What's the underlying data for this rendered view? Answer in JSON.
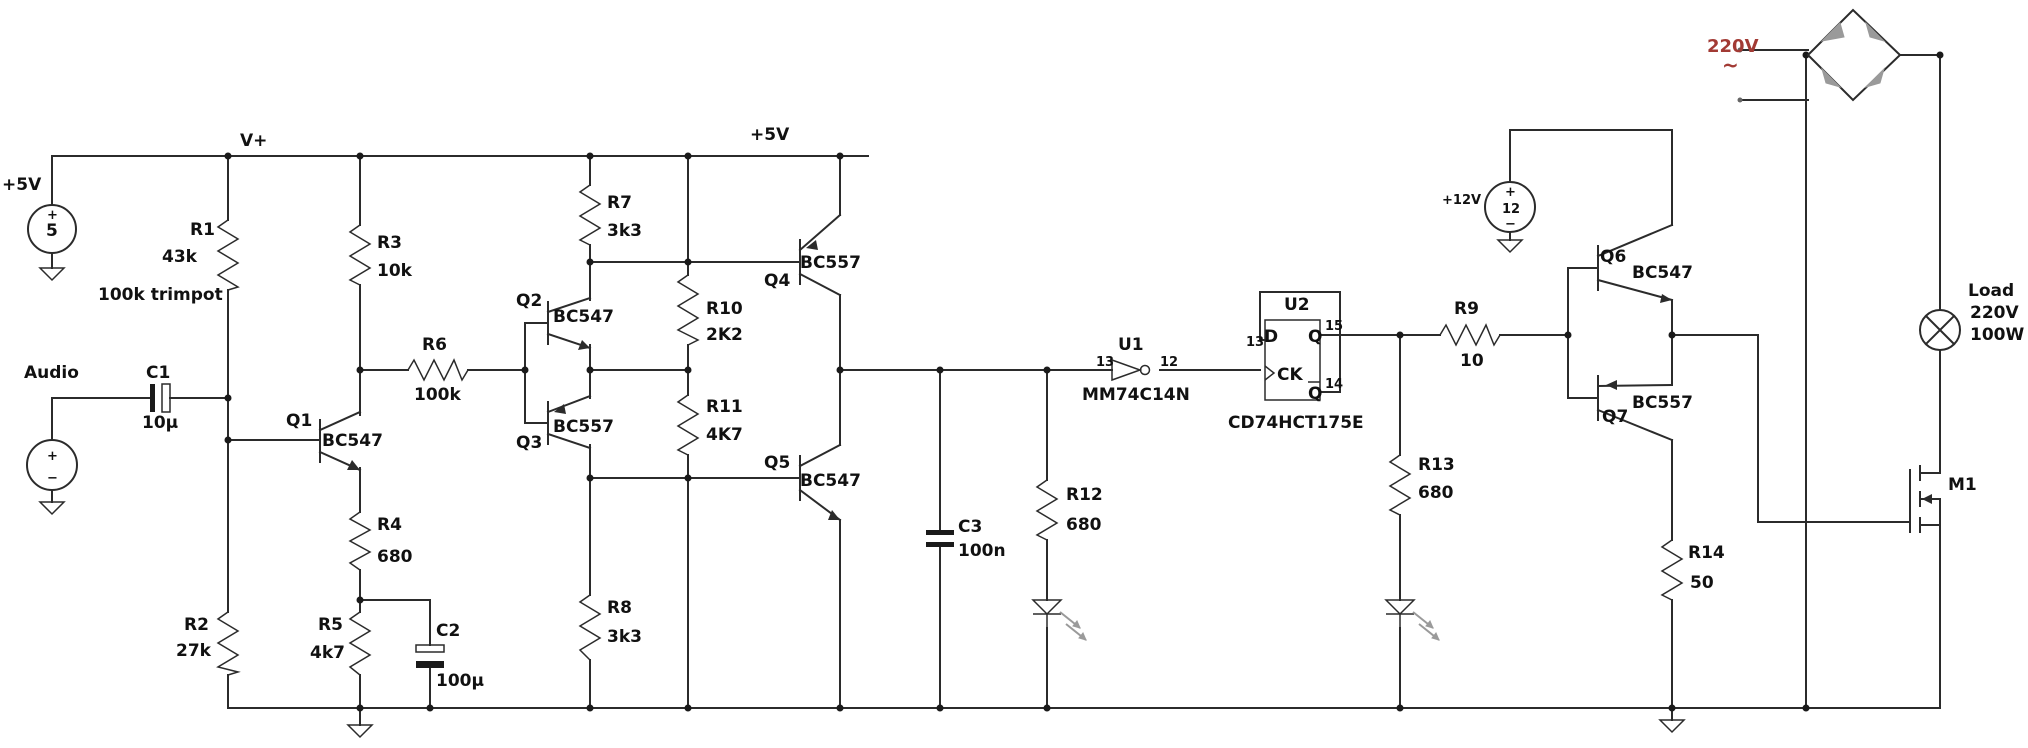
{
  "supply_labels": {
    "v_plus": "V+",
    "plus5v_left": "+5V",
    "plus5v_top": "+5V",
    "plus12v": "+12V",
    "mains": "220V",
    "mains_tilde": "~"
  },
  "sources": {
    "v5_value": "5",
    "v12_value": "12",
    "plus_sign": "+",
    "minus_sign": "−"
  },
  "input_label": "Audio",
  "components": {
    "R1": {
      "ref": "R1",
      "value": "43k",
      "note": "100k trimpot"
    },
    "R2": {
      "ref": "R2",
      "value": "27k"
    },
    "R3": {
      "ref": "R3",
      "value": "10k"
    },
    "R4": {
      "ref": "R4",
      "value": "680"
    },
    "R5": {
      "ref": "R5",
      "value": "4k7"
    },
    "R6": {
      "ref": "R6",
      "value": "100k"
    },
    "R7": {
      "ref": "R7",
      "value": "3k3"
    },
    "R8": {
      "ref": "R8",
      "value": "3k3"
    },
    "R9": {
      "ref": "R9",
      "value": "10"
    },
    "R10": {
      "ref": "R10",
      "value": "2K2"
    },
    "R11": {
      "ref": "R11",
      "value": "4K7"
    },
    "R12": {
      "ref": "R12",
      "value": "680"
    },
    "R13": {
      "ref": "R13",
      "value": "680"
    },
    "R14": {
      "ref": "R14",
      "value": "50"
    },
    "C1": {
      "ref": "C1",
      "value": "10µ"
    },
    "C2": {
      "ref": "C2",
      "value": "100µ"
    },
    "C3": {
      "ref": "C3",
      "value": "100n"
    },
    "Q1": {
      "ref": "Q1",
      "value": "BC547"
    },
    "Q2": {
      "ref": "Q2",
      "value": "BC547"
    },
    "Q3": {
      "ref": "Q3",
      "value": "BC557"
    },
    "Q4": {
      "ref": "Q4",
      "value": "BC557"
    },
    "Q5": {
      "ref": "Q5",
      "value": "BC547"
    },
    "Q6": {
      "ref": "Q6",
      "value": "BC547"
    },
    "Q7": {
      "ref": "Q7",
      "value": "BC557"
    },
    "U1": {
      "ref": "U1",
      "value": "MM74C14N",
      "pin_in": "13",
      "pin_out": "12"
    },
    "U2": {
      "ref": "U2",
      "value": "CD74HCT175E",
      "pin_d": "13",
      "pin_q": "15",
      "pin_qbar": "14",
      "label_d": "D",
      "label_ck": "CK",
      "label_q": "Q",
      "label_qbar": "Q"
    },
    "M1": {
      "ref": "M1"
    },
    "Load": {
      "ref": "Load",
      "voltage": "220V",
      "power": "100W"
    }
  },
  "colors": {
    "wire": "#2b2b2b",
    "mains_label": "#a23a34",
    "led_arrows": "#9a9a9a"
  }
}
